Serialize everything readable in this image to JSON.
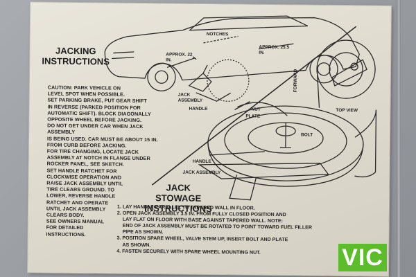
{
  "decal": {
    "jacking_title": "JACKING INSTRUCTIONS",
    "jacking_text": [
      "CAUTION: PARK VEHICLE ON",
      "LEVEL SPOT WHEN POSSIBLE.",
      "SET PARKING BRAKE, PUT GEAR SHIFT",
      "IN REVERSE (PARKED POSITION FOR",
      "AUTOMATIC SHIFT). BLOCK DIAGONALLY",
      "OPPOSITE WHEEL BEFORE JACKING.",
      "DO NOT GET UNDER CAR WHEN JACK ASSEMBLY",
      "IS BEING USED. CAR MUST BE ABOUT 15 IN.",
      "FROM CURB BEFORE JACKING.",
      "FOR TIRE CHANGING, LOCATE JACK",
      "ASSEMBLY AT NOTCH IN FLANGE UNDER",
      "ROCKER PANEL, SEE SKETCH.",
      "SET HANDLE RATCHET FOR",
      "CLOCKWISE OPERATION AND",
      "RAISE JACK ASSEMBLY UNTIL",
      "TIRE CLEARS GROUND. TO",
      "LOWER, REVERSE HANDLE",
      "RATCHET AND OPERATE",
      "UNTIL JACK ASSEMBLY",
      "CLEARS BODY.",
      "SEE OWNERS MANUAL",
      "FOR DETAILED",
      "INSTRUCTIONS."
    ],
    "car_labels": {
      "notches": "NOTCHES",
      "approx_front": "APPROX. 22 IN.",
      "approx_rear": "APPROX. 25.5 IN.",
      "jack_assembly": "JACK ASSEMBLY",
      "handle": "HANDLE"
    },
    "spare_labels": {
      "forward": "FORWARD",
      "top_view": "TOP VIEW",
      "nut": "NUT",
      "plate": "PLATE",
      "bolt": "BOLT",
      "handle": "HANDLE",
      "jack_assembly": "JACK ASSEMBLY"
    },
    "stowage_title": "JACK STOWAGE INSTRUCTIONS",
    "stowage_steps": [
      "1. LAY HANDLE PARALLEL TO TAPERED WALL IN FLOOR.",
      "2. OPEN JACK ASSEMBLY 3.5 IN. FROM FULLY CLOSED POSITION AND",
      "LAY FLAT ON FLOOR WITH BASE AGAINST TAPERED WALL. NOTE:",
      "END OF JACK ASSEMBLY MUST BE ROTATED TO POINT TOWARD FUEL FILLER",
      "PIPE AS SHOWN.",
      "3. POSITION SPARE WHEEL, VALVE STEM UP, INSERT BOLT AND PLATE",
      "AS SHOWN.",
      "4. FASTEN SECURELY WITH SPARE WHEEL MOUNTING NUT."
    ]
  },
  "badge": {
    "text": "VIC",
    "color": "#5cbd2a"
  }
}
